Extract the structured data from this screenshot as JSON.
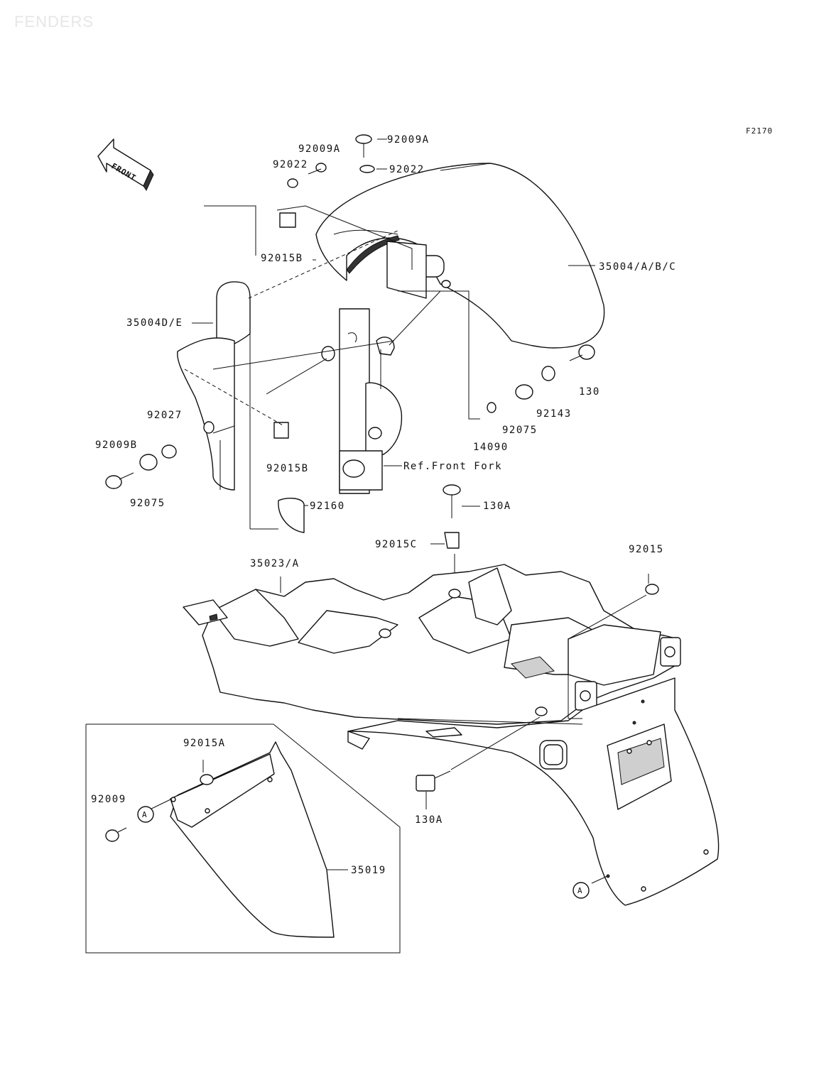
{
  "watermark": "FENDERS",
  "figure_code": "F2170",
  "front_arrow_label": "FRONT",
  "ref_label": "Ref.Front Fork",
  "callout_marker": "A",
  "labels": {
    "l_92009A_top": "92009A",
    "l_92009A_left": "92009A",
    "l_92022_left": "92022",
    "l_92022_right": "92022",
    "l_92015B_top": "92015B",
    "l_35004": "35004/A/B/C",
    "l_35004DE": "35004D/E",
    "l_130": "130",
    "l_92143": "92143",
    "l_92075_right": "92075",
    "l_14090": "14090",
    "l_92027": "92027",
    "l_92009B": "92009B",
    "l_92075_left": "92075",
    "l_92015B_bottom": "92015B",
    "l_92160": "92160",
    "l_130A_top": "130A",
    "l_92015C": "92015C",
    "l_35023A": "35023/A",
    "l_92015": "92015",
    "l_92015A": "92015A",
    "l_92009": "92009",
    "l_35019": "35019",
    "l_130A_bottom": "130A"
  }
}
